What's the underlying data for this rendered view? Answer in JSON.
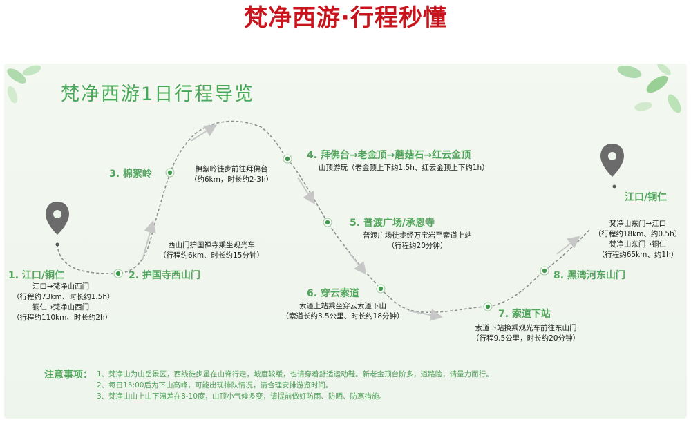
{
  "page_title": "梵净西游·行程秒懂",
  "heading": "梵净西游1日行程导览",
  "stops": {
    "s1": {
      "label": "1. 江口/铜仁",
      "desc": [
        "江口→梵净山西门",
        "（行程约73km、时长约1.5h）",
        "铜仁→梵净山西门",
        "（行程约110km、时长约2h）"
      ]
    },
    "s2": {
      "label": "2. 护国寺西山门",
      "desc": [
        "西山门护国禅寺乘坐观光车",
        "（行程约6km、时长约15分钟）"
      ]
    },
    "s3": {
      "label": "3. 棉絮岭",
      "desc": [
        "棉絮岭徒步前往拜佛台",
        "（约6km，时长约2-3h）"
      ]
    },
    "s4": {
      "label": "4. 拜佛台→老金顶→蘑菇石→红云金顶",
      "desc": [
        "山顶游玩（老金顶上下约1.5h、红云金顶上下约1h）"
      ]
    },
    "s5": {
      "label": "5. 普渡广场/承恩寺",
      "desc": [
        "普渡广场徒步经万宝岩至索道上站",
        "（行程约20分钟）"
      ]
    },
    "s6": {
      "label": "6. 穿云索道",
      "desc": [
        "索道上站乘坐穿云索道下山",
        "（索道长约3.5公里、时长约18分钟）"
      ]
    },
    "s7": {
      "label": "7. 索道下站",
      "desc": [
        "索道下站换乘观光车前往东山门",
        "（行程9.5公里，时长约20分钟）"
      ]
    },
    "s8": {
      "label": "8. 黑湾河东山门",
      "desc": []
    },
    "end": {
      "label": "江口/铜仁",
      "desc": [
        "梵净山东门→江口",
        "（行程约18km、约0.5h）",
        "梵净山东门→铜仁",
        "（行程约65km、约1h）"
      ]
    }
  },
  "notes": {
    "title": "注意事项：",
    "items": [
      "1、梵净山为山岳景区，西线徒步虽在山脊行走，坡度较缓，也请穿着舒适运动鞋。新老金顶台阶多，道路险，请量力而行。",
      "2、每日15:00后为下山高峰，可能出现排队情况，请合理安排游览时间。",
      "3、梵净山山上山下温差在8-10度，山顶小气候多变，请提前做好防雨、防晒、防寒措施。"
    ]
  },
  "colors": {
    "title": "#c8151d",
    "green": "#52a55c",
    "route": "#8e8e8e",
    "pin": "#6b6b6b",
    "leaf": "#7fc08a"
  },
  "icons": [
    "start-pin-icon",
    "end-pin-icon",
    "leaf-decoration-icon"
  ]
}
